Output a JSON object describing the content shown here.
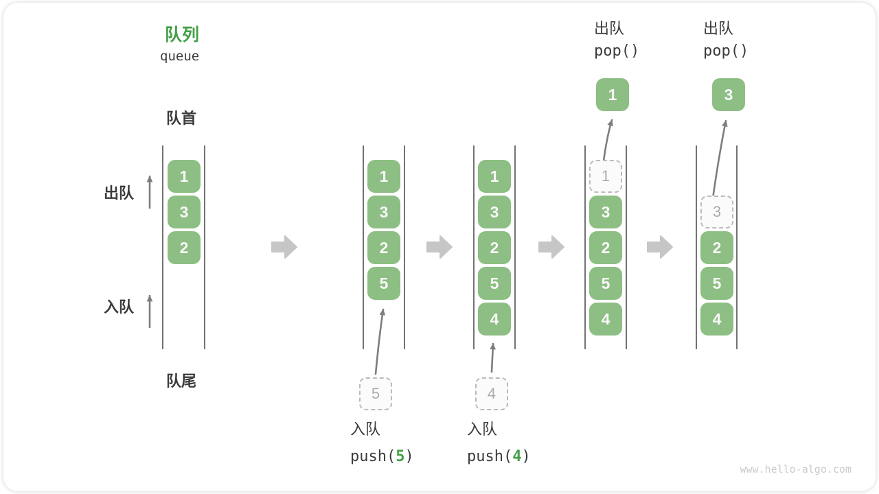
{
  "title": {
    "zh": "队列",
    "en": "queue"
  },
  "side_labels": {
    "front": "队首",
    "rear": "队尾",
    "dequeue": "出队",
    "enqueue": "入队"
  },
  "watermark": "www.hello-algo.com",
  "colors": {
    "box_green": "#8DBE83",
    "accent_green": "#43A047",
    "text_dark": "#3B3B3B",
    "box_text": "#F8F8F8",
    "wall_line": "#4F4F4F",
    "thin_arrow": "#7D7D7D",
    "block_arrow": "#C6C6C6",
    "dashed_border": "#BBBBBB",
    "dashed_text": "#ABABAB",
    "dashed_fill": "#FBFBFB",
    "watermark_gray": "#CBCBCB"
  },
  "states": [
    {
      "name": "state-initial",
      "boxes": [
        {
          "value": "1",
          "row": 0,
          "style": "solid"
        },
        {
          "value": "3",
          "row": 1,
          "style": "solid"
        },
        {
          "value": "2",
          "row": 2,
          "style": "solid"
        }
      ]
    },
    {
      "name": "state-push-5",
      "boxes": [
        {
          "value": "1",
          "row": 0,
          "style": "solid"
        },
        {
          "value": "3",
          "row": 1,
          "style": "solid"
        },
        {
          "value": "2",
          "row": 2,
          "style": "solid"
        },
        {
          "value": "5",
          "row": 3,
          "style": "solid"
        }
      ],
      "staged_value": "5",
      "op": {
        "label": "入队",
        "code_pre": "push(",
        "code_arg": "5",
        "code_post": ")"
      }
    },
    {
      "name": "state-push-4",
      "boxes": [
        {
          "value": "1",
          "row": 0,
          "style": "solid"
        },
        {
          "value": "3",
          "row": 1,
          "style": "solid"
        },
        {
          "value": "2",
          "row": 2,
          "style": "solid"
        },
        {
          "value": "5",
          "row": 3,
          "style": "solid"
        },
        {
          "value": "4",
          "row": 4,
          "style": "solid"
        }
      ],
      "staged_value": "4",
      "op": {
        "label": "入队",
        "code_pre": "push(",
        "code_arg": "4",
        "code_post": ")"
      }
    },
    {
      "name": "state-pop-1",
      "boxes": [
        {
          "value": "1",
          "row": 0,
          "style": "dashed"
        },
        {
          "value": "3",
          "row": 1,
          "style": "solid"
        },
        {
          "value": "2",
          "row": 2,
          "style": "solid"
        },
        {
          "value": "5",
          "row": 3,
          "style": "solid"
        },
        {
          "value": "4",
          "row": 4,
          "style": "solid"
        }
      ],
      "popped_value": "1",
      "op": {
        "label": "出队",
        "code": "pop()"
      }
    },
    {
      "name": "state-pop-3",
      "boxes": [
        {
          "value": "3",
          "row": 1,
          "style": "dashed"
        },
        {
          "value": "2",
          "row": 2,
          "style": "solid"
        },
        {
          "value": "5",
          "row": 3,
          "style": "solid"
        },
        {
          "value": "4",
          "row": 4,
          "style": "solid"
        }
      ],
      "popped_value": "3",
      "op": {
        "label": "出队",
        "code": "pop()"
      }
    }
  ]
}
